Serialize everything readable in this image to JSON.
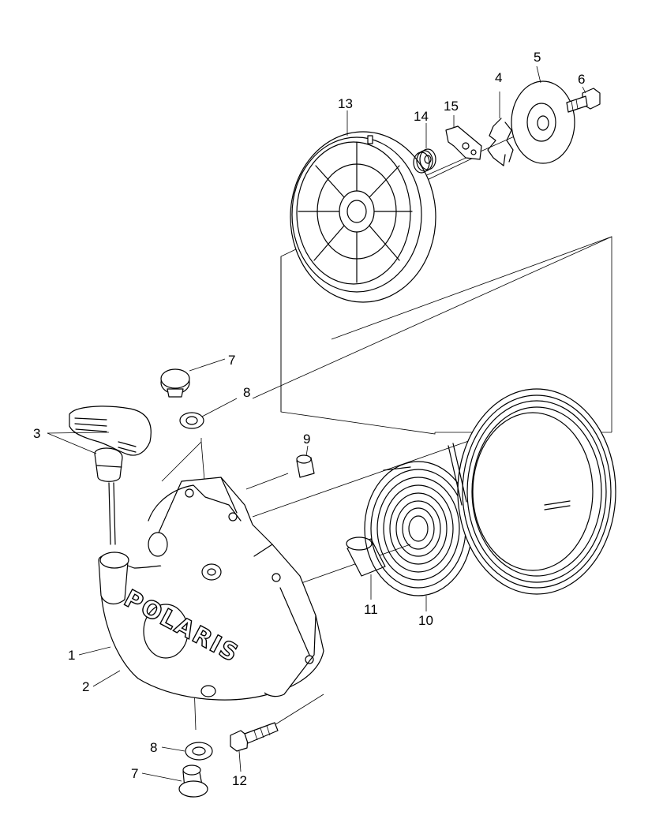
{
  "labels": {
    "l1": "1",
    "l2": "2",
    "l3": "3",
    "l4": "4",
    "l5": "5",
    "l6": "6",
    "l7a": "7",
    "l7b": "7",
    "l8a": "8",
    "l8b": "8",
    "l9": "9",
    "l10": "10",
    "l11": "11",
    "l12": "12",
    "l13": "13",
    "l14": "14",
    "l15": "15"
  },
  "brand": {
    "housing_text": "POLARIS"
  }
}
